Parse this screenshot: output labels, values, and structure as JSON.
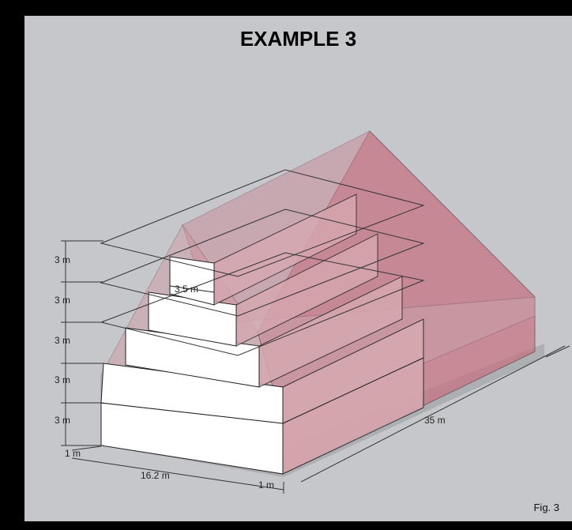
{
  "title": "EXAMPLE 3",
  "figure_label": "Fig. 3",
  "dimensions": {
    "tier_heights": [
      "3 m",
      "3 m",
      "3 m",
      "3 m",
      "3 m"
    ],
    "setback": "3.5 m",
    "base_offset_left": "1 m",
    "base_offset_right": "1 m",
    "width": "16.2 m",
    "depth": "35 m"
  },
  "colors": {
    "envelope_fill": "#c96f80",
    "envelope_stroke": "#6a3b44",
    "building_front": "#ffffff",
    "background": "#c6c7cb"
  }
}
